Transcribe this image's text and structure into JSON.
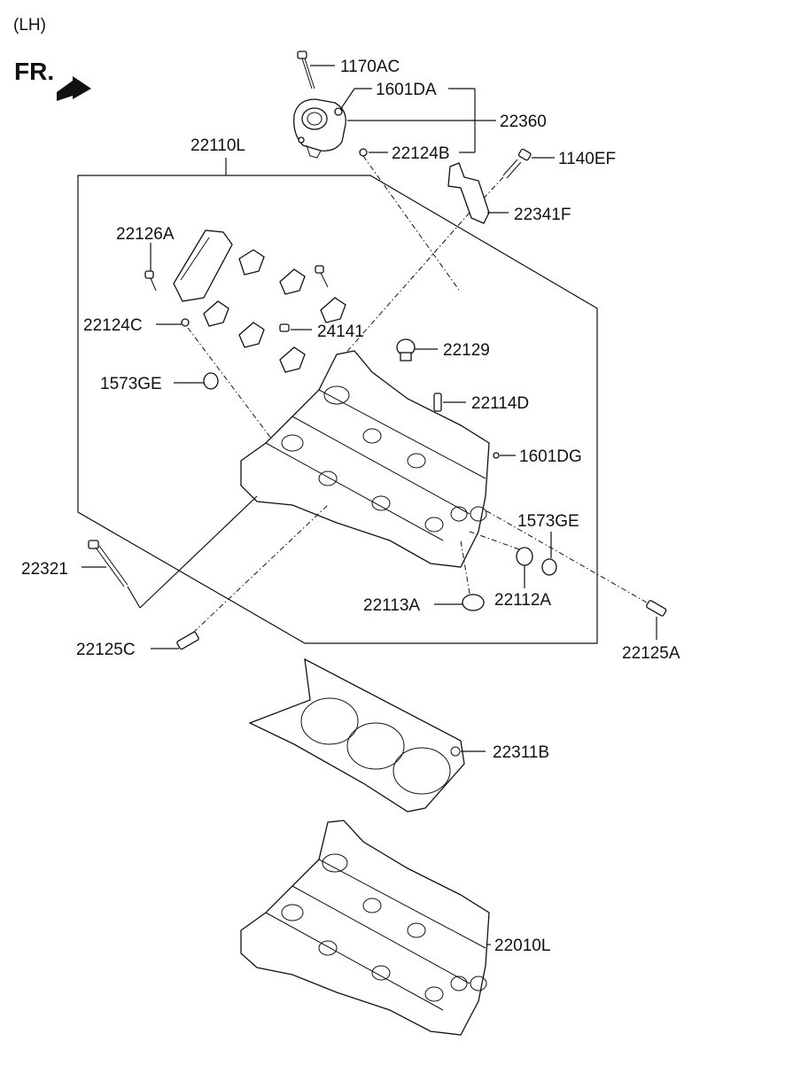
{
  "header": {
    "side": "(LH)",
    "front": "FR."
  },
  "parts": {
    "p1170AC": "1170AC",
    "p1601DA": "1601DA",
    "p22360": "22360",
    "p22124B": "22124B",
    "p1140EF": "1140EF",
    "p22341F": "22341F",
    "p22110L": "22110L",
    "p22126A": "22126A",
    "p22124C": "22124C",
    "p24141": "24141",
    "p22129": "22129",
    "p1573GE_a": "1573GE",
    "p22114D": "22114D",
    "p1601DG": "1601DG",
    "p1573GE_b": "1573GE",
    "p22321": "22321",
    "p22113A": "22113A",
    "p22112A": "22112A",
    "p22125C": "22125C",
    "p22125A": "22125A",
    "p22311B": "22311B",
    "p22010L": "22010L"
  }
}
